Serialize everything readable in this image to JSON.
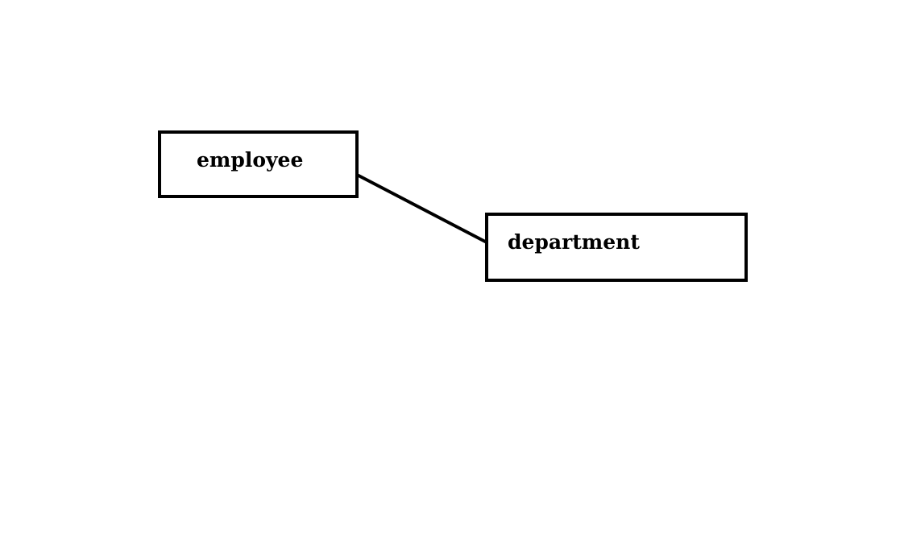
{
  "diagram": {
    "entities": [
      {
        "id": "employee",
        "label": "employee"
      },
      {
        "id": "department",
        "label": "department"
      }
    ],
    "relationships": [
      {
        "from": "employee",
        "to": "department"
      }
    ]
  }
}
